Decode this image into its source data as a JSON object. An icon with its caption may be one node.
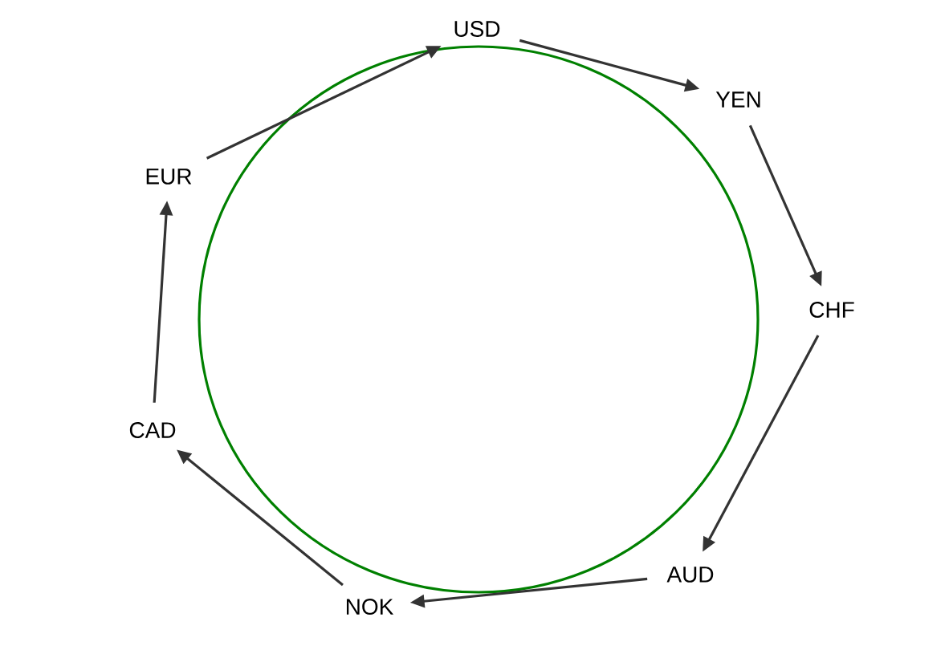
{
  "diagram": {
    "nodes": [
      {
        "text": [
          "USD"
        ]
      },
      {
        "text": [
          "YEN"
        ]
      },
      {
        "text": [
          "CHF"
        ]
      },
      {
        "text": [
          "AUD"
        ]
      },
      {
        "text": [
          "NOK"
        ]
      },
      {
        "text": [
          "CAD"
        ]
      },
      {
        "text": [
          "EUR"
        ]
      }
    ],
    "edges": [
      {
        "from": 0,
        "to": 1,
        "arrow": "to"
      },
      {
        "from": 1,
        "to": 2,
        "arrow": "to"
      },
      {
        "from": 2,
        "to": 3,
        "arrow": "to"
      },
      {
        "from": 3,
        "to": 4,
        "arrow": "to"
      },
      {
        "from": 4,
        "to": 5,
        "arrow": "to"
      },
      {
        "from": 5,
        "to": 6,
        "arrow": "to"
      },
      {
        "from": 6,
        "to": 0,
        "arrow": "to"
      }
    ]
  }
}
